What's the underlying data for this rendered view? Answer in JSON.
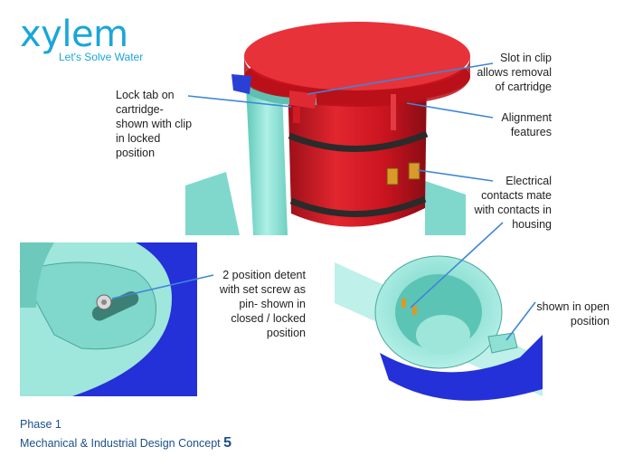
{
  "logo": {
    "word": "xylem",
    "tagline": "Let's Solve Water"
  },
  "callouts": {
    "slot": [
      "Slot in clip",
      "allows removal",
      "of cartridge"
    ],
    "lock_tab": [
      "Lock tab on",
      "cartridge-",
      "shown with clip",
      "in locked",
      "position"
    ],
    "alignment": [
      "Alignment",
      "features"
    ],
    "electrical": [
      "Electrical",
      "contacts mate",
      "with contacts in",
      "housing"
    ],
    "detent": [
      "2 position detent",
      "with set screw as",
      "pin- shown in",
      "closed / locked",
      "position"
    ],
    "open_position": [
      "shown in open",
      "position"
    ]
  },
  "footer": {
    "phase": "Phase 1",
    "title": "Mechanical & Industrial Design Concept",
    "page_number": "5"
  },
  "colors": {
    "brand": "#1aa6d9",
    "cartridge_red": "#d81e2a",
    "housing_teal": "#8fe0d4",
    "clip_blue": "#2a3fd6",
    "leader_line": "#3f86d6",
    "footer_text": "#1b4f8a"
  }
}
